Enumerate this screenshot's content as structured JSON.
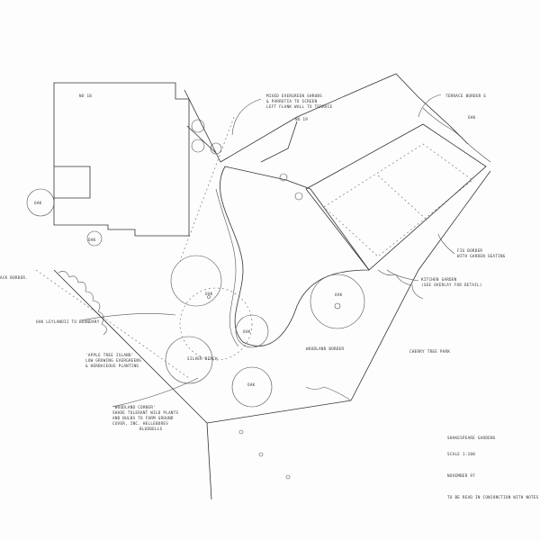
{
  "houses": {
    "left": "No 18",
    "right": "No 19"
  },
  "annotations": {
    "screen_shrubs": [
      "Mixed evergreen shrubs",
      "& Parrotia to screen",
      "left flank wall to terrace"
    ],
    "terrace_border": "Terrace border E",
    "fig_border": [
      "Fig border",
      "with garden seating"
    ],
    "kitchen_garden": [
      "Kitchen garden",
      "(see overlay for detail)"
    ],
    "cherry_tree_park": "Cherry tree park",
    "woodland_border": "Woodland border",
    "back_border": "ack border.",
    "leylandii": "Oak Leylandii to boundary",
    "apple_island": [
      "'Apple tree island'",
      "low growing evergreens",
      "& herbaceous planting"
    ],
    "woodland_corner": [
      "'Woodland corner'",
      "shade tolerant wild plants",
      "and bulbs to form ground",
      "cover, inc. hellebores",
      "bluebells"
    ]
  },
  "trees": {
    "oak_1": "Oak",
    "oak_2": "Oak",
    "oak_3": "Oak",
    "oak_4": "Oak",
    "oak_5": "Oak",
    "silver_birch": "Silver birch",
    "oak_left": "Oak",
    "tree_left": "Oak"
  },
  "title_block": {
    "title": "Shakespeare Gardens",
    "scale": "Scale 1:100",
    "date": "November 97",
    "note": "To be read in conjunction with notes"
  }
}
